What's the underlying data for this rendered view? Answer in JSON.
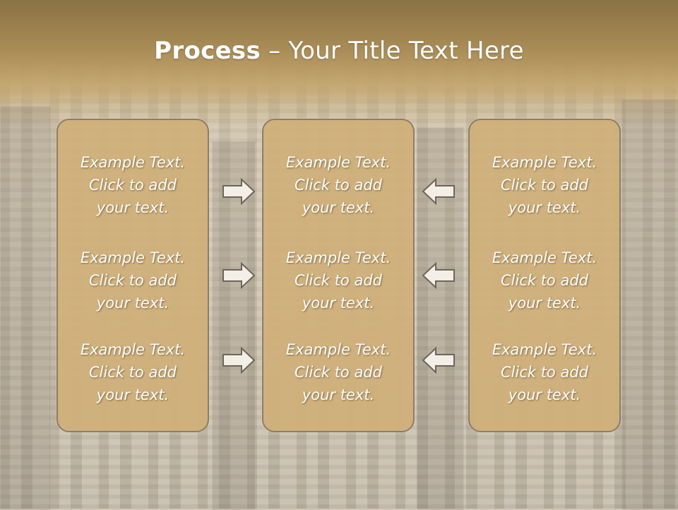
{
  "slide": {
    "title_bold": "Process",
    "title_rest": " – Your Title Text Here"
  },
  "columns": [
    {
      "items": [
        {
          "l1": "Example Text.",
          "l2": "Click  to add",
          "l3": "your text."
        },
        {
          "l1": "Example Text.",
          "l2": "Click  to add",
          "l3": "your text."
        },
        {
          "l1": "Example Text.",
          "l2": "Click  to add",
          "l3": "your text."
        }
      ]
    },
    {
      "items": [
        {
          "l1": "Example Text.",
          "l2": "Click  to add",
          "l3": "your text."
        },
        {
          "l1": "Example Text.",
          "l2": "Click  to add",
          "l3": "your text."
        },
        {
          "l1": "Example Text.",
          "l2": "Click  to add",
          "l3": "your text."
        }
      ]
    },
    {
      "items": [
        {
          "l1": "Example Text.",
          "l2": "Click  to add",
          "l3": "your text."
        },
        {
          "l1": "Example Text.",
          "l2": "Click  to add",
          "l3": "your text."
        },
        {
          "l1": "Example Text.",
          "l2": "Click  to add",
          "l3": "your text."
        }
      ]
    }
  ],
  "arrows": {
    "left_group": "right-arrow-icon",
    "right_group": "left-arrow-icon"
  },
  "colors": {
    "box_fill": "#d0b07a",
    "box_border": "#8d7d66",
    "title_bar": "#a88b55"
  }
}
